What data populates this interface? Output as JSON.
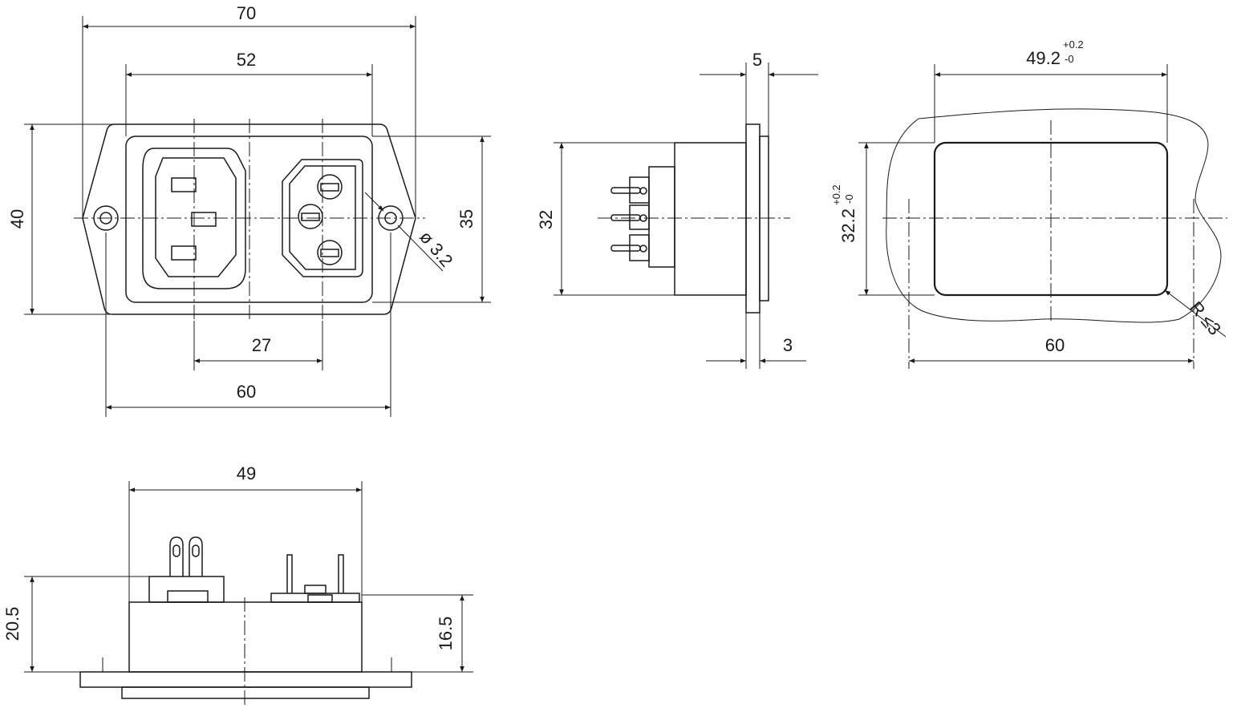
{
  "front_view": {
    "dim_overall_width": "70",
    "dim_frame_width": "52",
    "dim_height": "40",
    "dim_inner_height": "35",
    "dim_socket_pitch": "27",
    "dim_hole_spacing": "60",
    "dim_hole_diameter": "ø 3.2"
  },
  "side_view": {
    "dim_flange_depth": "5",
    "dim_body_height": "32",
    "dim_flange_thickness": "3"
  },
  "cutout_view": {
    "dim_width": "49.2",
    "dim_width_tol_plus": "+0.2",
    "dim_width_tol_minus": "-0",
    "dim_height": "32.2",
    "dim_height_tol_plus": "+0.2",
    "dim_height_tol_minus": "-0",
    "dim_hole_spacing": "60",
    "dim_corner_radius": "R ≤3"
  },
  "bottom_view": {
    "dim_body_width": "49",
    "dim_total_height": "20.5",
    "dim_body_height": "16.5"
  },
  "colors": {
    "line": "#1a1a1a",
    "background": "#ffffff"
  }
}
